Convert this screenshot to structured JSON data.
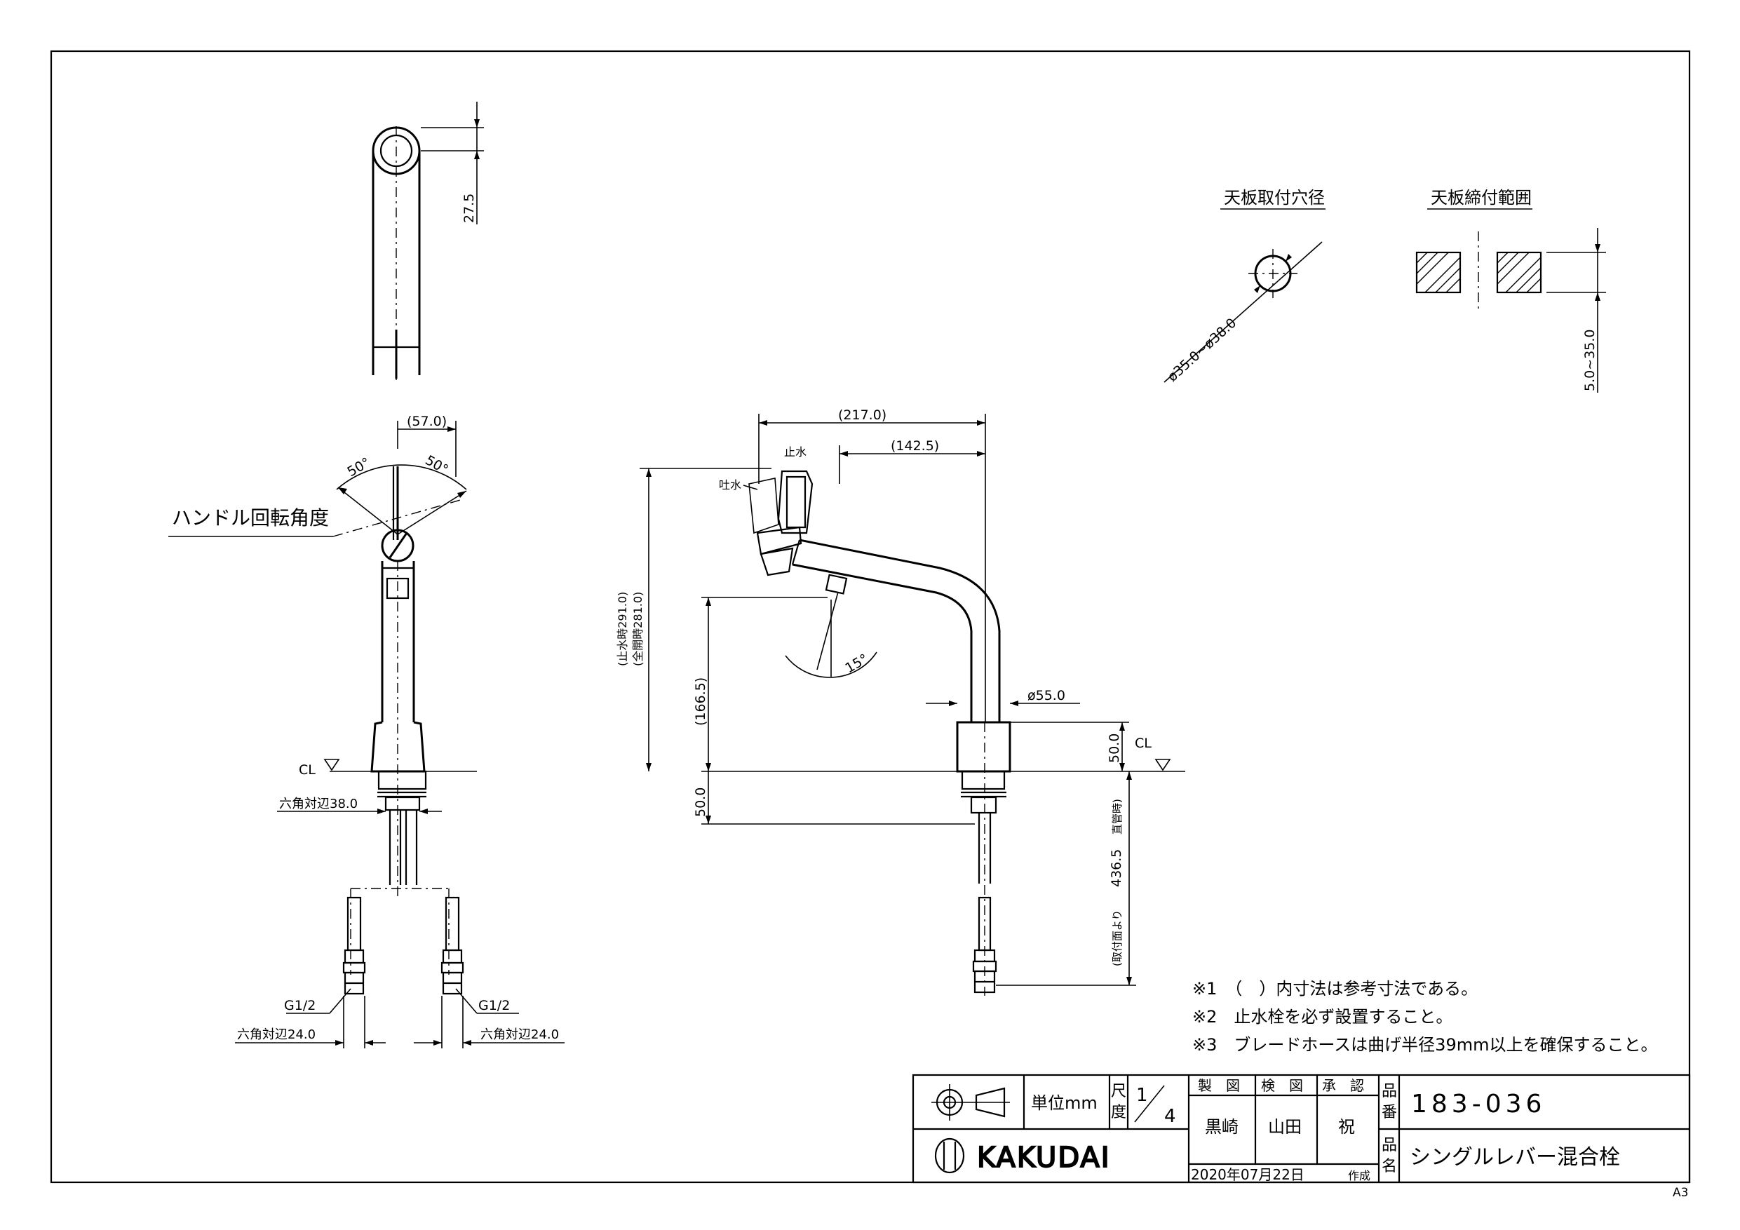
{
  "sheet": {
    "paper_size": "A3"
  },
  "top_view": {
    "dim_27_5": "27.5"
  },
  "front_view": {
    "dim_57": "(57.0)",
    "angle_left": "50°",
    "angle_right": "50°",
    "handle_label": "ハンドル回転角度",
    "cl": "CL",
    "hex38": "六角対辺38.0",
    "g_left": "G1/2",
    "g_right": "G1/2",
    "hex24_left": "六角対辺24.0",
    "hex24_right": "六角対辺24.0"
  },
  "side_view": {
    "dim_217": "(217.0)",
    "dim_142": "(142.5)",
    "label_stop": "止水",
    "label_spout": "吐水",
    "height_stop": "(止水時291.0)",
    "height_open": "(全開時281.0)",
    "dim_166": "(166.5)",
    "angle15": "15°",
    "dia55": "ø55.0",
    "dim_50_top": "50.0",
    "dim_50_bottom": "50.0",
    "cl": "CL",
    "hose_dim": "436.5",
    "hose_pre": "(取付面より",
    "hose_post": "直管時)"
  },
  "hole_detail": {
    "title": "天板取付穴径",
    "dim": "ø35.0~ø38.0"
  },
  "clamp_detail": {
    "title": "天板締付範囲",
    "dim": "5.0~35.0"
  },
  "notes": [
    "※1　（　）内寸法は参考寸法である。",
    "※2　止水栓を必ず設置すること。",
    "※3　ブレードホースは曲げ半径39mm以上を確保すること。"
  ],
  "title_block": {
    "unit": "単位mm",
    "scale_label": "尺度",
    "scale_num": "1",
    "scale_den": "4",
    "drawn_label": "製　図",
    "checked_label": "検　図",
    "approved_label": "承　認",
    "drawn_by": "黒崎",
    "checked_by": "山田",
    "approved_by": "祝",
    "date": "2020年07月22日",
    "date_note": "作成",
    "part_no_label": "品番",
    "part_no": "183-036",
    "part_name_label": "品名",
    "part_name": "シングルレバー混合栓",
    "company": "KAKUDAI"
  }
}
